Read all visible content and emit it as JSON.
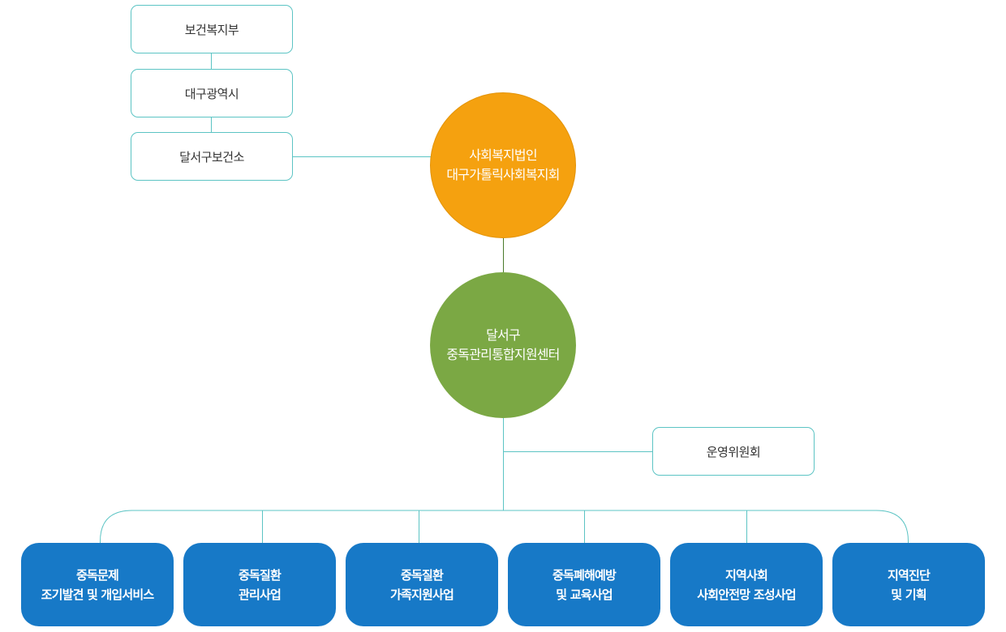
{
  "gov": [
    {
      "label": "보건복지부"
    },
    {
      "label": "대구광역시"
    },
    {
      "label": "달서구보건소"
    }
  ],
  "corp": {
    "line1": "사회복지법인",
    "line2": "대구가톨릭사회복지회"
  },
  "center": {
    "line1": "달서구",
    "line2": "중독관리통합지원센터"
  },
  "committee": {
    "label": "운영위원회"
  },
  "departments": [
    {
      "line1": "중독문제",
      "line2": "조기발견 및 개입서비스"
    },
    {
      "line1": "중독질환",
      "line2": "관리사업"
    },
    {
      "line1": "중독질환",
      "line2": "가족지원사업"
    },
    {
      "line1": "중독폐해예방",
      "line2": "및 교육사업"
    },
    {
      "line1": "지역사회",
      "line2": "사회안전망 조성사업"
    },
    {
      "line1": "지역진단",
      "line2": "및 기획"
    }
  ],
  "colors": {
    "line": "#5cc4c4",
    "corp_circle": "#f5a10f",
    "center_circle": "#7ba844",
    "department_box": "#1779c7"
  }
}
